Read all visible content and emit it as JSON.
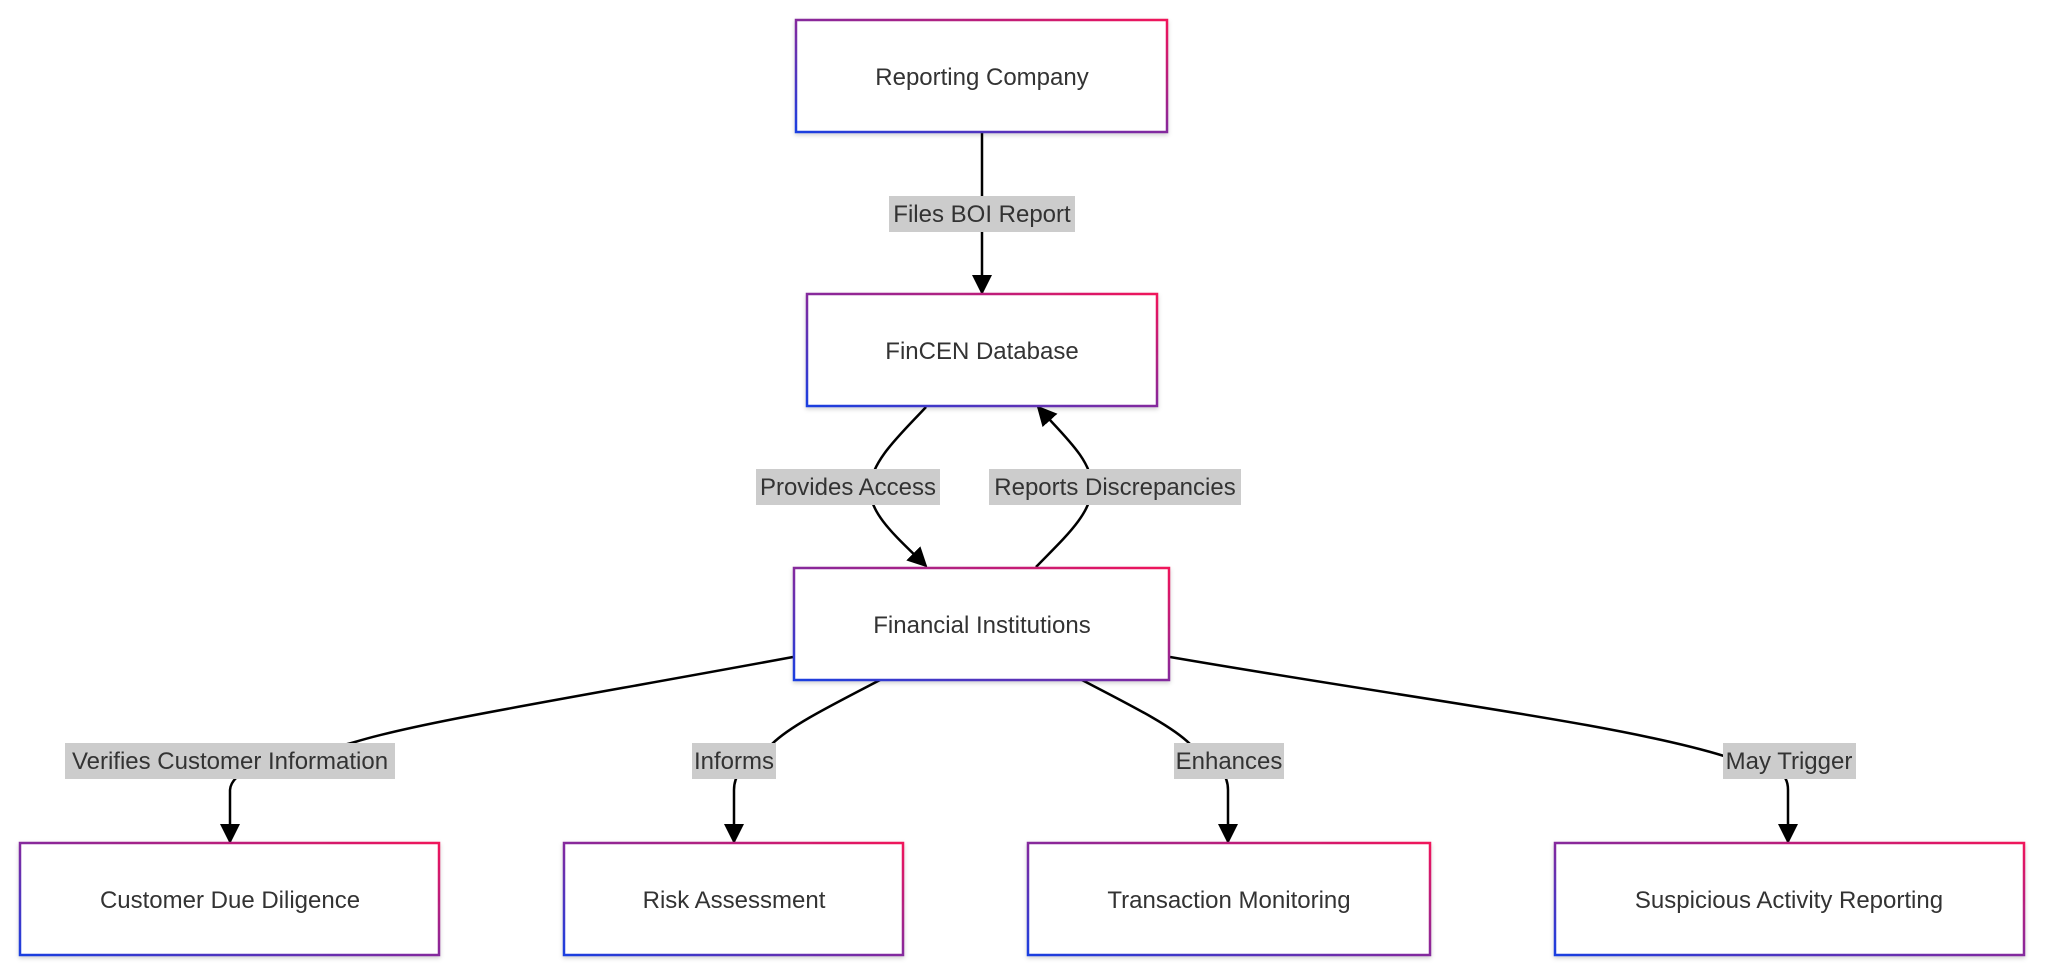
{
  "nodes": {
    "reporting_company": "Reporting Company",
    "fincen_database": "FinCEN Database",
    "financial_institutions": "Financial Institutions",
    "customer_due_diligence": "Customer Due Diligence",
    "risk_assessment": "Risk Assessment",
    "transaction_monitoring": "Transaction Monitoring",
    "suspicious_activity_reporting": "Suspicious Activity Reporting"
  },
  "edges": {
    "files_boi_report": "Files BOI Report",
    "provides_access": "Provides Access",
    "reports_discrepancies": "Reports Discrepancies",
    "verifies_customer_information": "Verifies Customer Information",
    "informs": "Informs",
    "enhances": "Enhances",
    "may_trigger": "May Trigger"
  },
  "colors": {
    "border_start": "#1a3fe0",
    "border_end": "#f0145a",
    "edge": "#000000",
    "label_background": "#cccccc",
    "text": "#333333"
  }
}
